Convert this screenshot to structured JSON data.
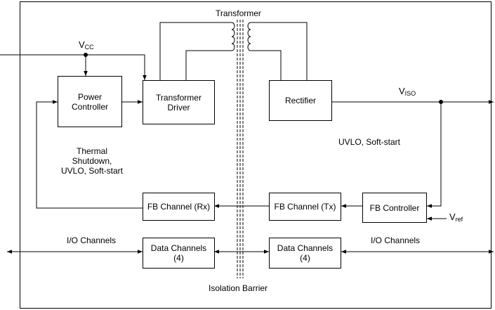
{
  "labels": {
    "transformer": "Transformer",
    "vcc_main": "V",
    "vcc_sub": "CC",
    "viso_main": "V",
    "viso_sub": "ISO",
    "vref_main": "V",
    "vref_sub": "ref",
    "io_left": "I/O Channels",
    "io_right": "I/O Channels",
    "isolation_barrier": "Isolation Barrier"
  },
  "blocks": {
    "power_controller": [
      "Power",
      "Controller"
    ],
    "transformer_driver": [
      "Transformer",
      "Driver"
    ],
    "rectifier": "Rectifier",
    "thermal": [
      "Thermal",
      "Shutdown,",
      "UVLO, Soft-start"
    ],
    "uvlo_right": "UVLO, Soft-start",
    "fb_rx": "FB Channel (Rx)",
    "fb_tx": "FB Channel (Tx)",
    "fb_controller": "FB Controller",
    "data_left": [
      "Data Channels",
      "(4)"
    ],
    "data_right": [
      "Data Channels",
      "(4)"
    ]
  }
}
